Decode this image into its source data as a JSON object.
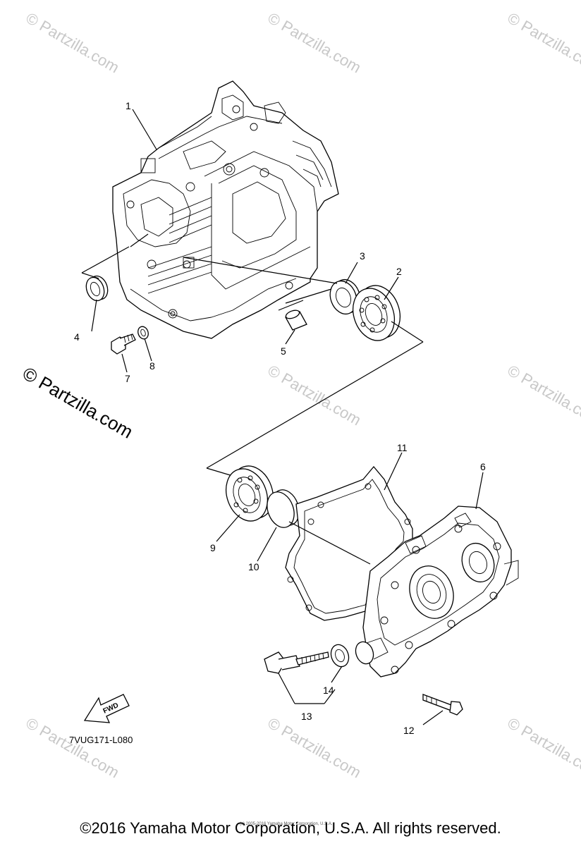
{
  "watermark": {
    "text": "© Partzilla.com",
    "faint_text": "© Partzilla.com"
  },
  "diagram_code": "7VUG171-L080",
  "fwd_label": "FWD",
  "parts": {
    "p1": "1",
    "p2": "2",
    "p3": "3",
    "p4": "4",
    "p5": "5",
    "p6": "6",
    "p7": "7",
    "p8": "8",
    "p9": "9",
    "p10": "10",
    "p11": "11",
    "p12": "12",
    "p13": "13",
    "p14": "14"
  },
  "small_copyright": "(c) 2005-2016 Yamaha Motor Corporation, U.S.A.",
  "copyright": "©2016 Yamaha Motor Corporation, U.S.A. All rights reserved."
}
